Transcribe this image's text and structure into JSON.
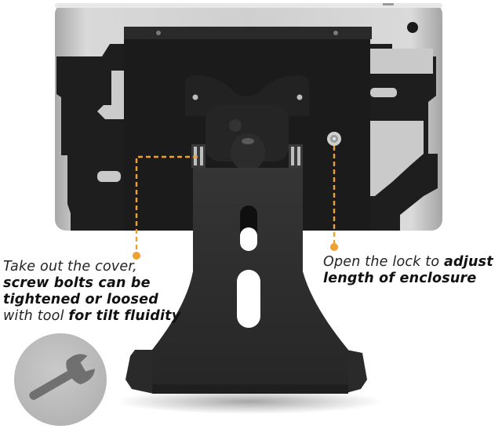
{
  "product": {
    "description": "Tablet enclosure with adjustable tilt stand, rear view",
    "colors": {
      "background": "#ffffff",
      "tablet_body": "#c8c8c8",
      "enclosure": "#1c1c1c",
      "stand": "#2e2e2e",
      "accent_orange": "#f0a030",
      "tool_circle": "#bdbdbd"
    }
  },
  "annotations": {
    "left": {
      "line1_light": "Take out the cover,",
      "line2_bold": "screw bolts can be",
      "line3_bold": "tightened or loosed",
      "line4_light": "with tool ",
      "line4_bold": "for tilt fluidity"
    },
    "right": {
      "line1_light": "Open the lock to ",
      "line1_bold": "adjust",
      "line2_bold": "length of enclosure"
    }
  },
  "inset": {
    "icon": "wrench-icon",
    "description": "Included wrench tool"
  }
}
